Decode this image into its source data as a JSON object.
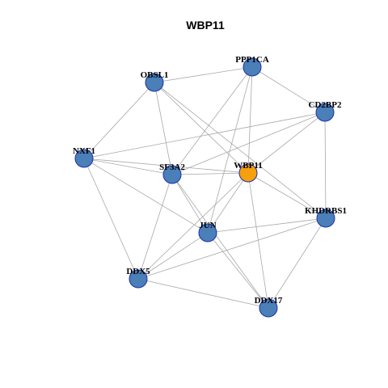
{
  "title": "WBP11",
  "colors": {
    "node_default": "#4a7fb8",
    "node_focus": "#f5a00c",
    "node_border": "#1c2fb0",
    "edge": "#a8a8a8"
  },
  "nodes": [
    {
      "id": "PPP1CA",
      "label": "PPP1CA",
      "focus": false
    },
    {
      "id": "OBSL1",
      "label": "OBSL1",
      "focus": false
    },
    {
      "id": "CD2BP2",
      "label": "CD2BP2",
      "focus": false
    },
    {
      "id": "NXF1",
      "label": "NXF1",
      "focus": false
    },
    {
      "id": "SF3A2",
      "label": "SF3A2",
      "focus": false
    },
    {
      "id": "WBP11",
      "label": "WBP11",
      "focus": true
    },
    {
      "id": "KHDRBS1",
      "label": "KHDRBS1",
      "focus": false
    },
    {
      "id": "JUN",
      "label": "JUN",
      "focus": false
    },
    {
      "id": "DDX5",
      "label": "DDX5",
      "focus": false
    },
    {
      "id": "DDX17",
      "label": "DDX17",
      "focus": false
    }
  ],
  "edges": [
    [
      "OBSL1",
      "PPP1CA"
    ],
    [
      "OBSL1",
      "NXF1"
    ],
    [
      "OBSL1",
      "SF3A2"
    ],
    [
      "OBSL1",
      "WBP11"
    ],
    [
      "OBSL1",
      "KHDRBS1"
    ],
    [
      "PPP1CA",
      "CD2BP2"
    ],
    [
      "PPP1CA",
      "SF3A2"
    ],
    [
      "PPP1CA",
      "WBP11"
    ],
    [
      "PPP1CA",
      "JUN"
    ],
    [
      "CD2BP2",
      "NXF1"
    ],
    [
      "CD2BP2",
      "SF3A2"
    ],
    [
      "CD2BP2",
      "WBP11"
    ],
    [
      "CD2BP2",
      "KHDRBS1"
    ],
    [
      "NXF1",
      "SF3A2"
    ],
    [
      "NXF1",
      "WBP11"
    ],
    [
      "NXF1",
      "JUN"
    ],
    [
      "NXF1",
      "DDX5"
    ],
    [
      "SF3A2",
      "WBP11"
    ],
    [
      "SF3A2",
      "DDX5"
    ],
    [
      "SF3A2",
      "DDX17"
    ],
    [
      "SF3A2",
      "JUN"
    ],
    [
      "WBP11",
      "KHDRBS1"
    ],
    [
      "WBP11",
      "JUN"
    ],
    [
      "WBP11",
      "DDX5"
    ],
    [
      "WBP11",
      "DDX17"
    ],
    [
      "KHDRBS1",
      "JUN"
    ],
    [
      "KHDRBS1",
      "DDX5"
    ],
    [
      "KHDRBS1",
      "DDX17"
    ],
    [
      "JUN",
      "DDX5"
    ],
    [
      "JUN",
      "DDX17"
    ],
    [
      "DDX5",
      "DDX17"
    ]
  ]
}
